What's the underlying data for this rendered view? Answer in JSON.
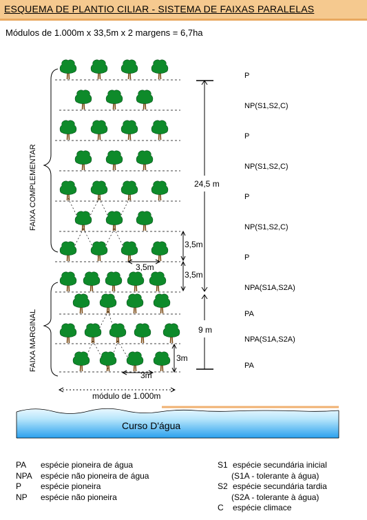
{
  "title": "ESQUEMA DE PLANTIO CILIAR - SISTEMA DE FAIXAS PARALELAS",
  "subtitle": "Módulos de 1.000m x 33,5m x 2 margens = 6,7ha",
  "bands": {
    "complementar": "FAIXA COMPLEMENTAR",
    "marginal": "FAIXA MARGINAL"
  },
  "row_labels": [
    "P",
    "NP(S1,S2,C)",
    "P",
    "NP(S1,S2,C)",
    "P",
    "NP(S1,S2,C)",
    "P",
    "NPA(S1A,S2A)",
    "PA",
    "NPA(S1A,S2A)",
    "PA"
  ],
  "dimensions": {
    "total_complementar": "24,5 m",
    "row_spacing_a": "3,5m",
    "row_spacing_b": "3,5m",
    "plant_spacing": "3,5m",
    "total_marginal": "9 m",
    "row_spacing_marginal": "3m",
    "plant_spacing_marginal": "3m",
    "module": "módulo de 1.000m"
  },
  "water_label": "Curso D'água",
  "legend_left": [
    {
      "abbr": "PA",
      "text": "espécie pioneira de água"
    },
    {
      "abbr": "NPA",
      "text": "espécie não pioneira de água"
    },
    {
      "abbr": "P",
      "text": "espécie pioneira"
    },
    {
      "abbr": "NP",
      "text": "espécie não pioneira"
    }
  ],
  "legend_right": [
    {
      "abbr": "S1",
      "text": "espécie secundária inicial"
    },
    {
      "abbr": "",
      "text": "(S1A - tolerante à água)"
    },
    {
      "abbr": "S2",
      "text": "espécie secundária tardia"
    },
    {
      "abbr": "",
      "text": "(S2A - tolerante à água)"
    },
    {
      "abbr": "C",
      "text": "espécie climace"
    }
  ],
  "colors": {
    "tree_canopy": "#0e8a2a",
    "trunk": "#7a4a14",
    "water_top": "#cfeefc",
    "water_bottom": "#2ea6f0",
    "title_bg": "#f5c98f",
    "divider": "#f0b070"
  }
}
